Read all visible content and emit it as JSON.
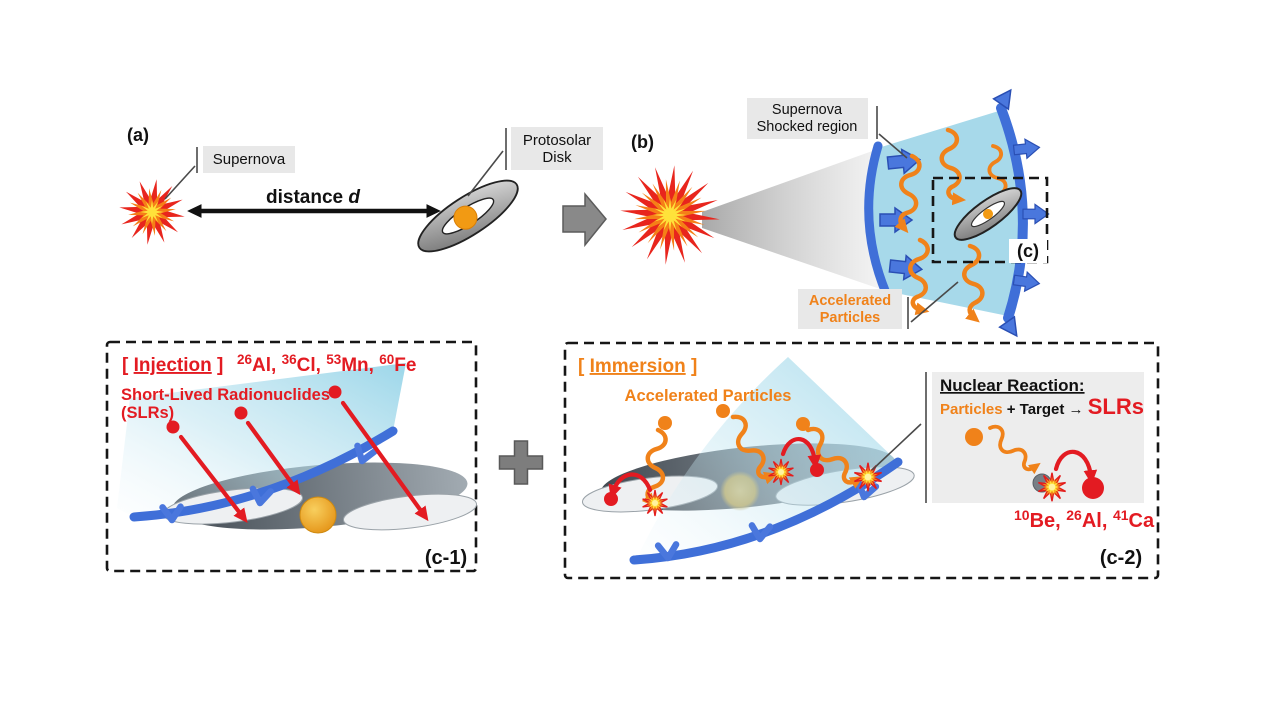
{
  "figure": {
    "a": {
      "label": "(a)",
      "supernova_label": "Supernova",
      "distance_word": "distance ",
      "distance_symbol": "d",
      "disk_label": [
        "Protosolar",
        "Disk"
      ]
    },
    "b": {
      "label": "(b)",
      "shocked": [
        "Supernova",
        "Shocked region"
      ],
      "accelerated": [
        "Accelerated",
        "Particles"
      ],
      "inset_label": "(c)"
    },
    "c1": {
      "label": "(c-1)",
      "open": "[ ",
      "title": "Injection",
      "close": " ]",
      "isotopes": [
        {
          "sup": "26",
          "base": "Al, "
        },
        {
          "sup": "36",
          "base": "Cl, "
        },
        {
          "sup": "53",
          "base": "Mn, "
        },
        {
          "sup": "60",
          "base": "Fe"
        }
      ],
      "slr": [
        "Short-Lived Radionuclides",
        "(SLRs)"
      ]
    },
    "c2": {
      "label": "(c-2)",
      "open": "[ ",
      "title": "Immersion",
      "close": " ]",
      "accelerated": "Accelerated Particles",
      "nuclear": {
        "title": "Nuclear Reaction:",
        "particles": "Particles",
        "plus": " + ",
        "target": "Target",
        "arrow": " → ",
        "slrs": "SLRs"
      },
      "products": [
        {
          "sup": "10",
          "base": "Be, "
        },
        {
          "sup": "26",
          "base": "Al, "
        },
        {
          "sup": "41",
          "base": "Ca"
        }
      ]
    },
    "colors": {
      "red": "#e31b22",
      "orange": "#f0821a",
      "shock_blue": "#3f6fd8",
      "shock_fill": "#a7d9ea",
      "label_box": "#e8e8e8"
    }
  }
}
